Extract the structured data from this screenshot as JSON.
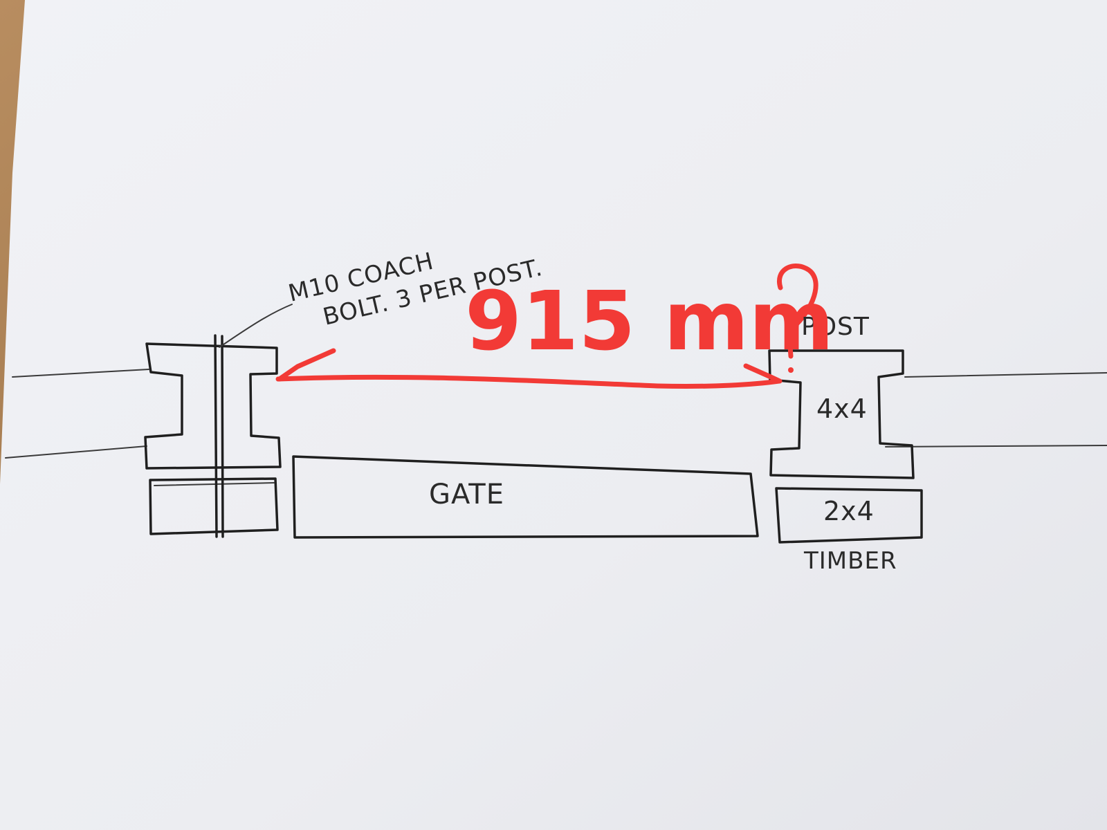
{
  "colors": {
    "table_wood": "#a17a52",
    "paper": "#eeeff3",
    "pencil": "#1f1f1f",
    "red_annotation": "#f23a36"
  },
  "labels": {
    "bolt_line1": "M10 COACH",
    "bolt_line2": "BOLT. 3 PER POST.",
    "post": "POST",
    "post_size": "4x4",
    "gate": "GATE",
    "timber_size": "2x4",
    "timber": "TIMBER"
  },
  "annotation": {
    "measurement": "915 mm",
    "question_mark": "?"
  }
}
